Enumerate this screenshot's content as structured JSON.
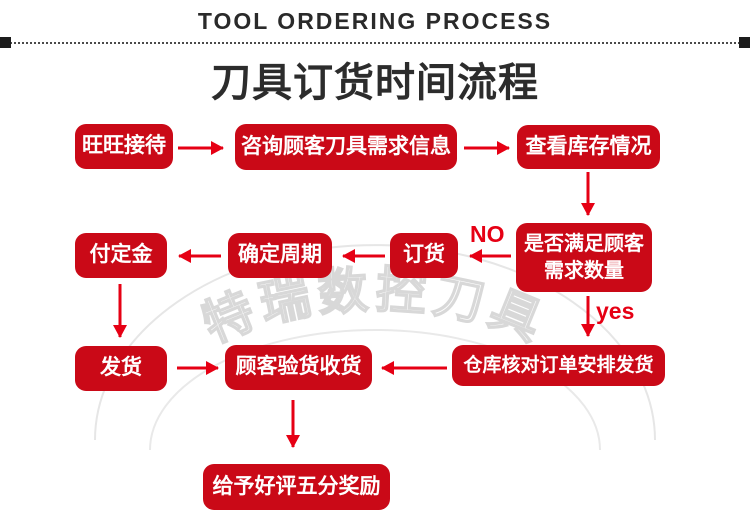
{
  "header": {
    "eyebrow": "TOOL ORDERING PROCESS",
    "title": "刀具订货时间流程"
  },
  "watermark": {
    "text": "特瑞数控刀具"
  },
  "decision_labels": {
    "no": "NO",
    "yes": "yes"
  },
  "colors": {
    "node_red": "#CA0917",
    "arrow_red": "#E60014",
    "title_color": "#2C2C2C",
    "watermark_gray": "#DBDBDB"
  },
  "nodes": {
    "wangwang": {
      "label": "旺旺接待"
    },
    "consult": {
      "label": "咨询顾客刀具需求信息"
    },
    "check_stock": {
      "label": "查看库存情况"
    },
    "satisfy": {
      "line1": "是否满足顾客",
      "line2": "需求数量"
    },
    "order": {
      "label": "订货"
    },
    "cycle": {
      "label": "确定周期"
    },
    "deposit": {
      "label": "付定金"
    },
    "ship": {
      "label": "发货"
    },
    "inspect": {
      "label": "顾客验货收货"
    },
    "warehouse": {
      "label": "仓库核对订单安排发货"
    },
    "reward": {
      "label": "给予好评五分奖励"
    }
  }
}
